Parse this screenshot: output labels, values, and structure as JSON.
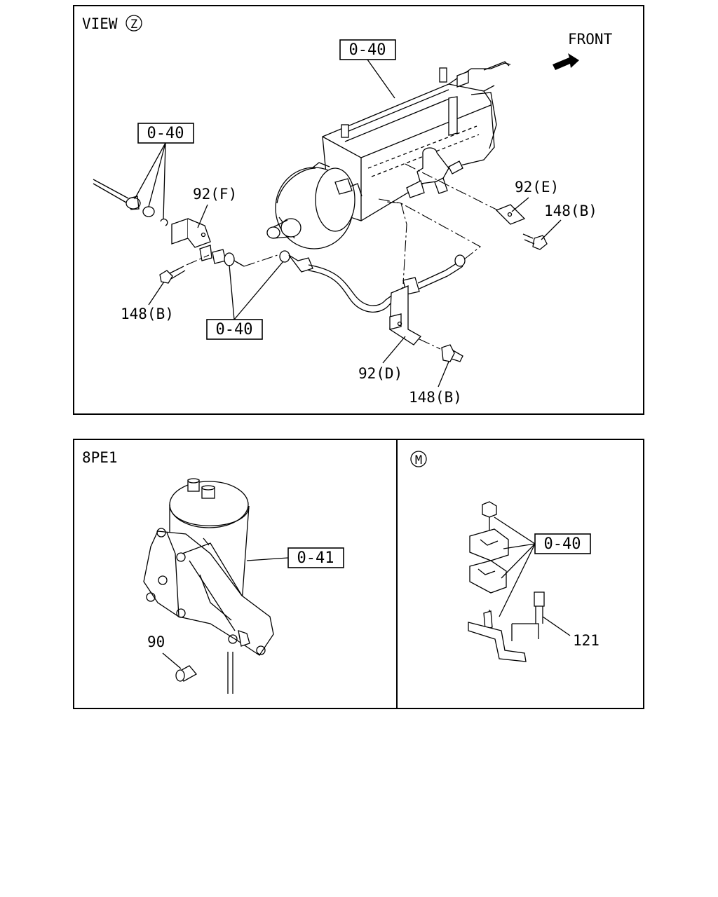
{
  "panels": {
    "view_z": {
      "title": "VIEW",
      "title_symbol": "Z",
      "direction_label": "FRONT",
      "refs": {
        "pump": "0-40",
        "left_fittings": "0-40",
        "pipe_fittings": "0-40"
      },
      "parts": {
        "bracket_f": "92(F)",
        "bracket_e": "92(E)",
        "bracket_d": "92(D)",
        "bolt_left": "148(B)",
        "bolt_right": "148(B)",
        "bolt_bottom": "148(B)"
      }
    },
    "engine_8pe1": {
      "title": "8PE1",
      "refs": {
        "filter": "0-41"
      },
      "parts": {
        "spacer": "90"
      }
    },
    "view_m": {
      "title_symbol": "M",
      "refs": {
        "clamp": "0-40"
      },
      "parts": {
        "bolt": "121"
      }
    }
  }
}
